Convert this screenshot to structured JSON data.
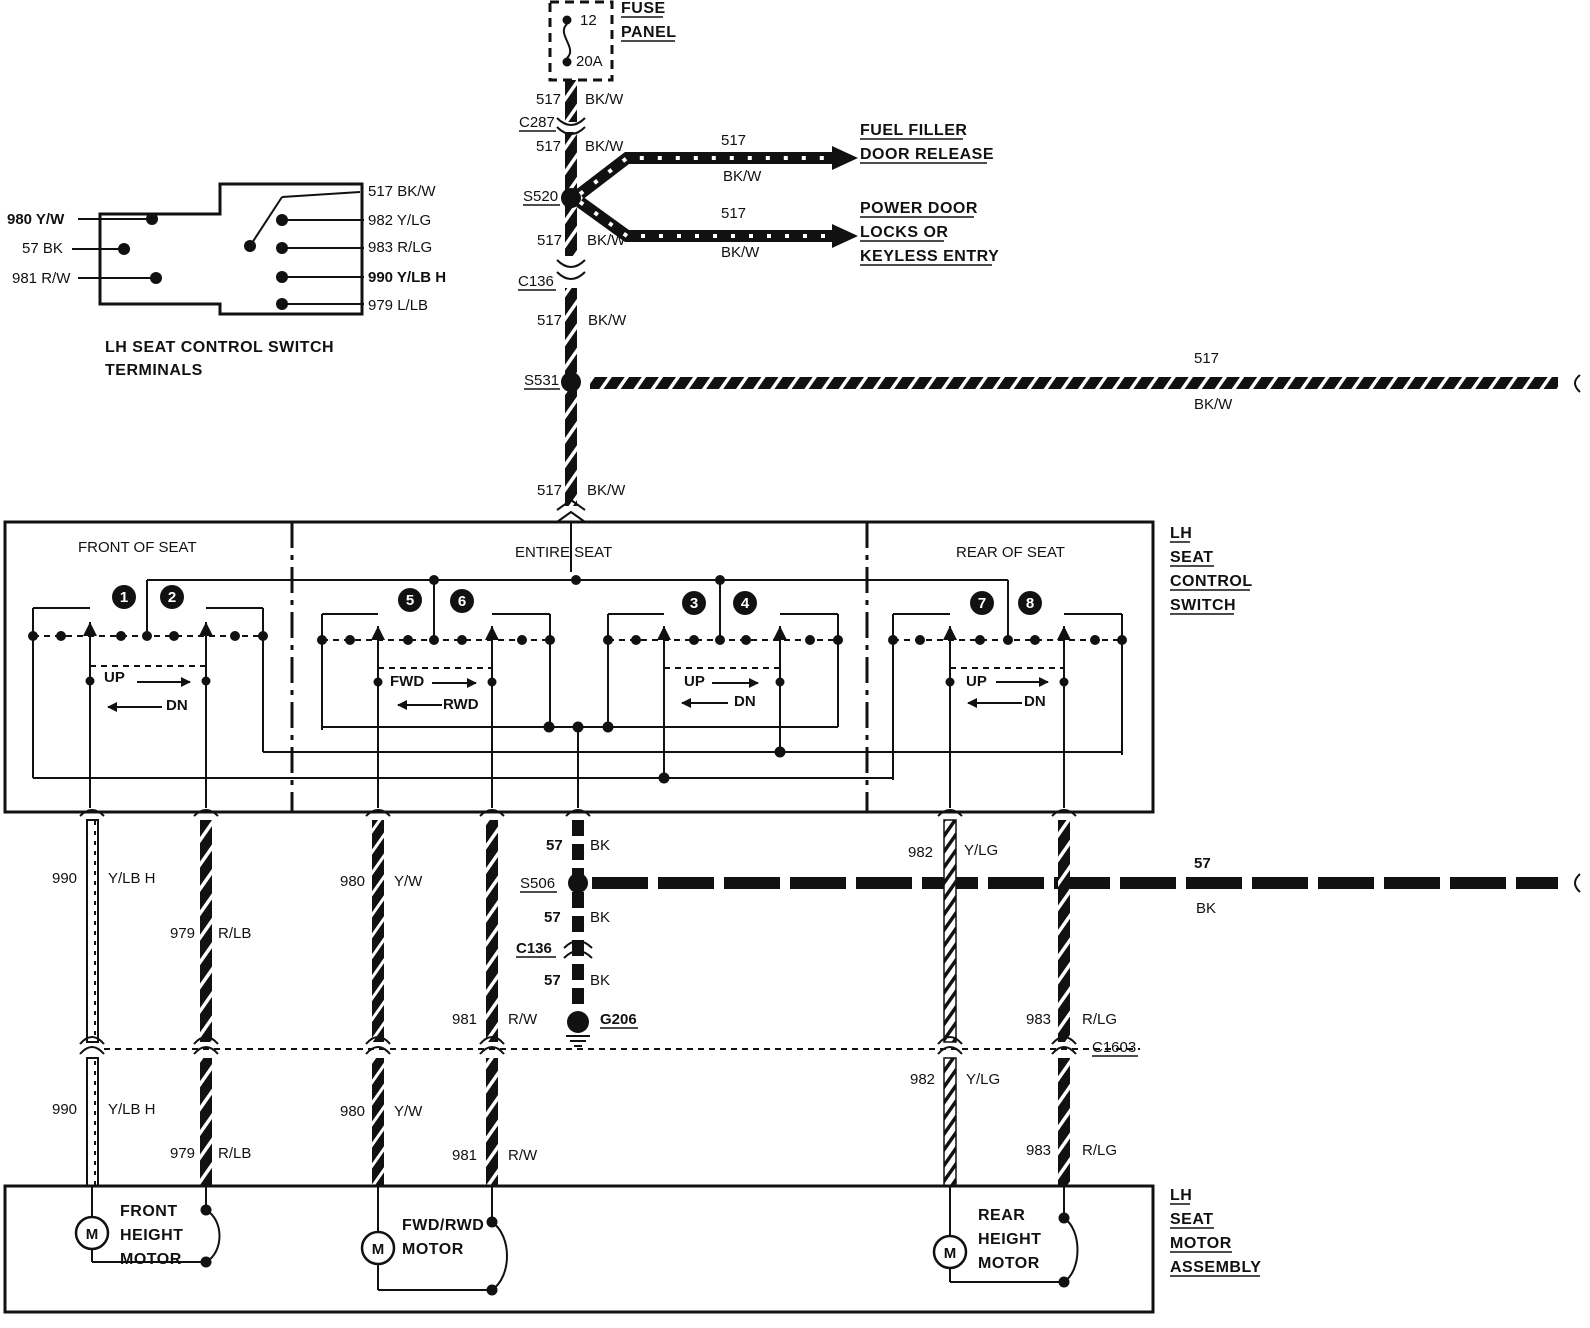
{
  "fuse": {
    "number": "12",
    "rating": "20A",
    "label_line1": "FUSE",
    "label_line2": "PANEL"
  },
  "main_feed": {
    "circuit": "517",
    "color": "BK/W"
  },
  "connectors": {
    "c287": "C287",
    "c136_top": "C136",
    "c136_bottom": "C136",
    "c1603": "C1603"
  },
  "splices": {
    "s520": "S520",
    "s531": "S531",
    "s506": "S506"
  },
  "ground": {
    "id": "G206"
  },
  "branches": {
    "fuel_filler": {
      "circuit": "517",
      "color": "BK/W",
      "line1": "FUEL FILLER",
      "line2": "DOOR RELEASE"
    },
    "power_door": {
      "circuit": "517",
      "color": "BK/W",
      "line1": "POWER DOOR",
      "line2": "LOCKS OR",
      "line3": "KEYLESS ENTRY"
    },
    "s531_out": {
      "circuit": "517",
      "color": "BK/W"
    },
    "s506_out": {
      "circuit": "57",
      "color": "BK"
    }
  },
  "terminals_diagram": {
    "title_line1": "LH SEAT CONTROL SWITCH",
    "title_line2": "TERMINALS",
    "left": [
      "980 Y/W",
      "57 BK",
      "981 R/W"
    ],
    "right": [
      "517 BK/W",
      "982 Y/LG",
      "983 R/LG",
      "990 Y/LB H",
      "979 L/LB"
    ]
  },
  "switch": {
    "sections": [
      "FRONT OF SEAT",
      "ENTIRE SEAT",
      "REAR OF SEAT"
    ],
    "title": [
      "LH",
      "SEAT",
      "CONTROL",
      "SWITCH"
    ],
    "numbers": [
      "1",
      "2",
      "5",
      "6",
      "3",
      "4",
      "7",
      "8"
    ],
    "front": {
      "up": "UP",
      "dn": "DN"
    },
    "entire": {
      "fwd": "FWD",
      "rwd": "RWD"
    },
    "middle": {
      "up": "UP",
      "dn": "DN"
    },
    "rear": {
      "up": "UP",
      "dn": "DN"
    }
  },
  "wires": {
    "w990": {
      "circuit": "990",
      "color": "Y/LB H"
    },
    "w979": {
      "circuit": "979",
      "color": "R/LB"
    },
    "w980": {
      "circuit": "980",
      "color": "Y/W"
    },
    "w981": {
      "circuit": "981",
      "color": "R/W"
    },
    "w57": {
      "circuit": "57",
      "color": "BK"
    },
    "w982": {
      "circuit": "982",
      "color": "Y/LG"
    },
    "w983": {
      "circuit": "983",
      "color": "R/LG"
    }
  },
  "motor_assembly": {
    "title": [
      "LH",
      "SEAT",
      "MOTOR",
      "ASSEMBLY"
    ],
    "motor_symbol": "M",
    "front": [
      "FRONT",
      "HEIGHT",
      "MOTOR"
    ],
    "fwdrwd": [
      "FWD/RWD",
      "MOTOR"
    ],
    "rear": [
      "REAR",
      "HEIGHT",
      "MOTOR"
    ]
  }
}
